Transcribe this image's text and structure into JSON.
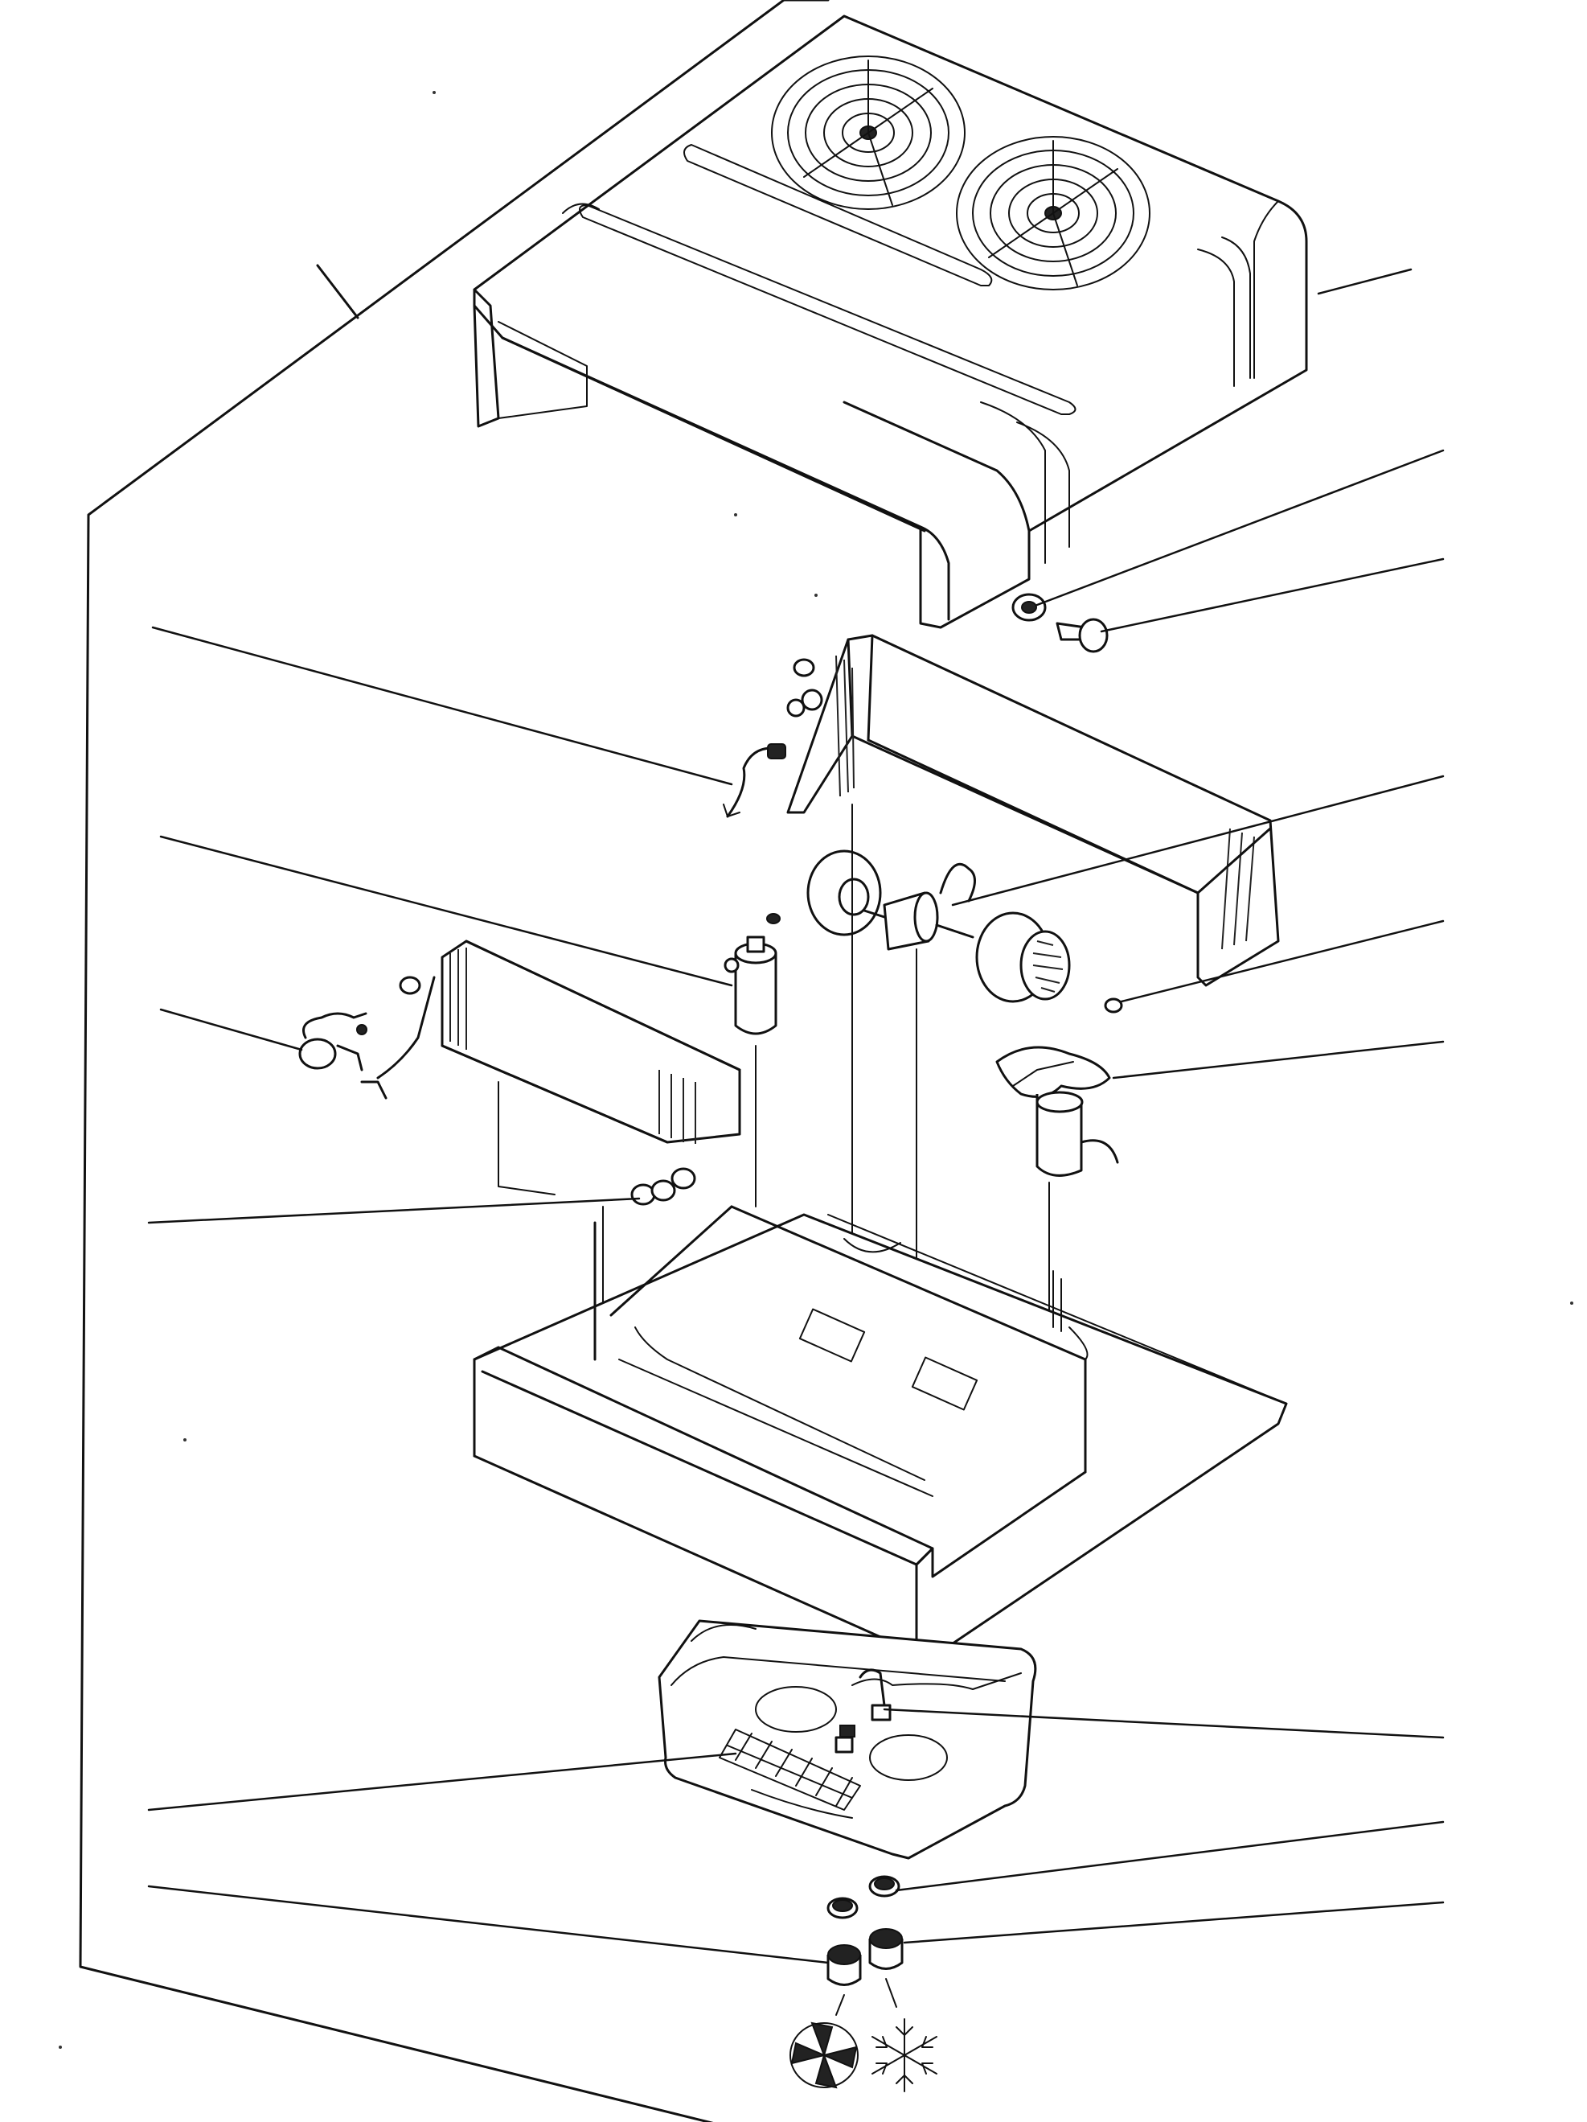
{
  "figure": {
    "type": "exploded-view parts diagram",
    "callout_labels": [],
    "colors": {
      "line": "#111111",
      "background": "#ffffff"
    },
    "symbols": [
      "heating-fan-symbol",
      "snowflake-cooling-symbol"
    ]
  }
}
